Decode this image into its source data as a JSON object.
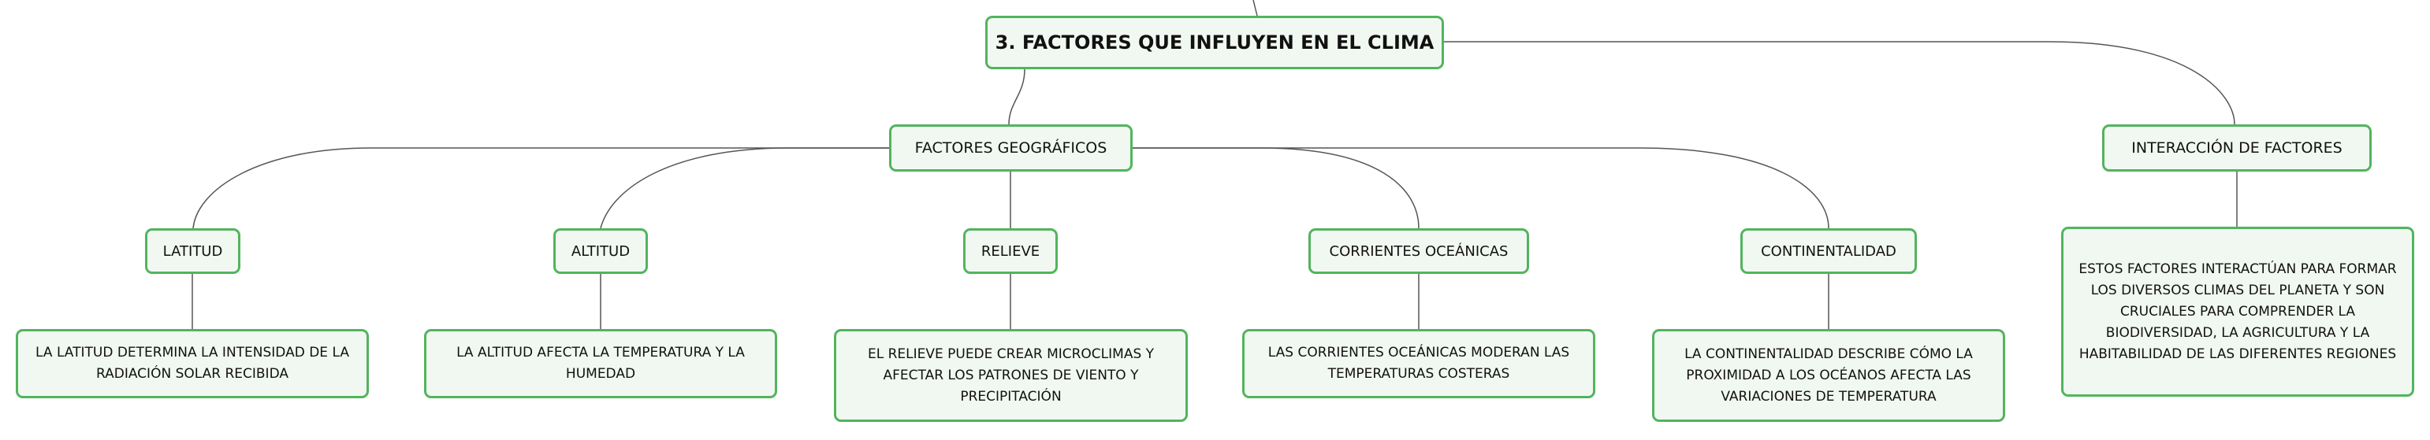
{
  "root": {
    "label": "3. FACTORES QUE INFLUYEN EN EL CLIMA"
  },
  "geograficos": {
    "label": "FACTORES GEOGRÁFICOS",
    "children": [
      {
        "label": "LATITUD",
        "detail": "LA LATITUD DETERMINA LA INTENSIDAD DE LA RADIACIÓN SOLAR RECIBIDA"
      },
      {
        "label": "ALTITUD",
        "detail": "LA ALTITUD AFECTA LA TEMPERATURA Y LA HUMEDAD"
      },
      {
        "label": "RELIEVE",
        "detail": "EL RELIEVE PUEDE CREAR MICROCLIMAS Y AFECTAR LOS PATRONES DE VIENTO Y PRECIPITACIÓN"
      },
      {
        "label": "CORRIENTES OCEÁNICAS",
        "detail": "LAS CORRIENTES OCEÁNICAS MODERAN LAS TEMPERATURAS COSTERAS"
      },
      {
        "label": "CONTINENTALIDAD",
        "detail": "LA CONTINENTALIDAD DESCRIBE CÓMO LA PROXIMIDAD A LOS OCÉANOS AFECTA LAS VARIACIONES DE TEMPERATURA"
      }
    ]
  },
  "interaccion": {
    "label": "INTERACCIÓN DE FACTORES",
    "detail": "ESTOS FACTORES INTERACTÚAN PARA FORMAR LOS DIVERSOS CLIMAS DEL PLANETA Y SON CRUCIALES PARA COMPRENDER LA BIODIVERSIDAD, LA AGRICULTURA Y LA HABITABILIDAD DE LAS DIFERENTES REGIONES"
  },
  "colors": {
    "node_border": "#52b45e",
    "node_fill": "#f1f8f1",
    "connector": "#555555"
  }
}
